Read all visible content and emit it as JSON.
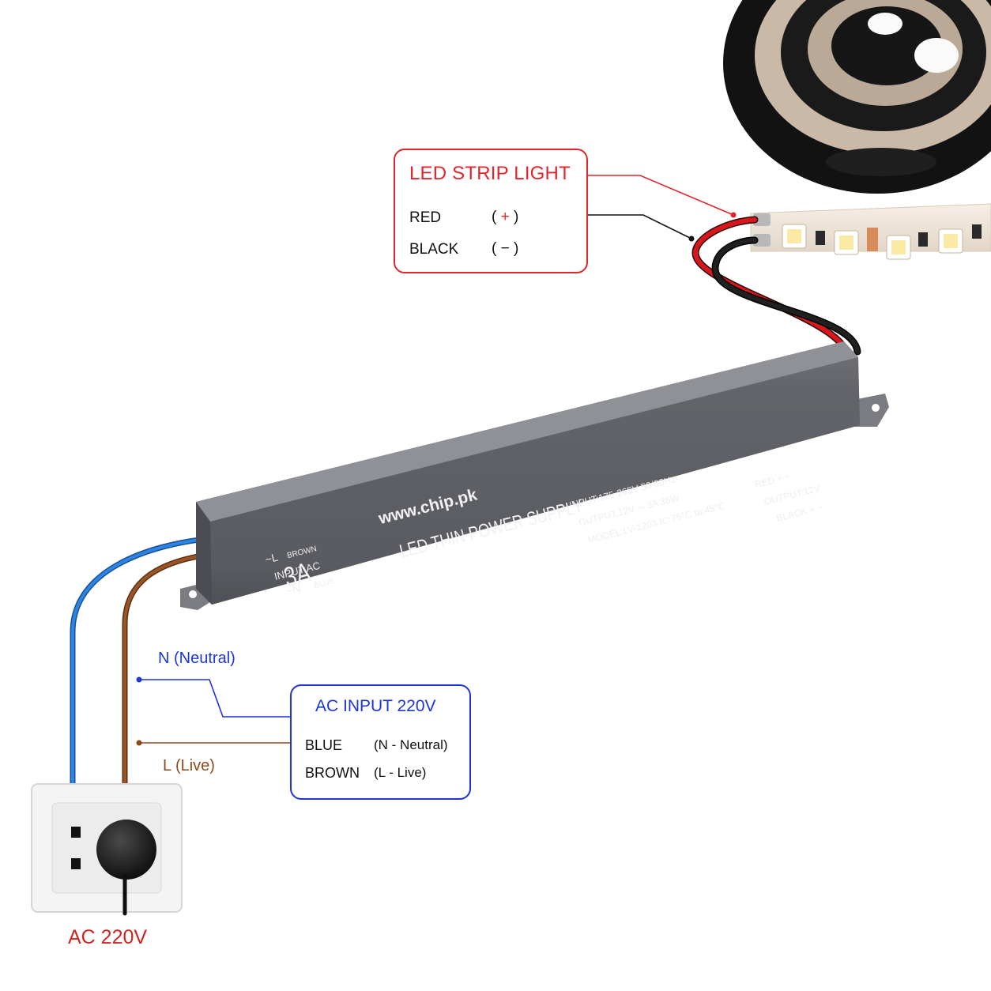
{
  "led_strip_callout": {
    "title": "LED STRIP LIGHT",
    "rows": [
      {
        "label": "RED",
        "symbol_open": "(",
        "symbol": "+",
        "symbol_close": ")"
      },
      {
        "label": "BLACK",
        "symbol_open": "(",
        "symbol": "−",
        "symbol_close": ")"
      }
    ]
  },
  "ac_input_callout": {
    "title": "AC INPUT 220V",
    "rows": [
      {
        "label": "BLUE",
        "desc": "(N - Neutral)"
      },
      {
        "label": "BROWN",
        "desc": "(L - Live)"
      }
    ]
  },
  "wire_labels": {
    "neutral": "N  (Neutral)",
    "live": "L  (Live)"
  },
  "outlet_label": "AC 220V",
  "power_supply": {
    "website": "www.chip.pk",
    "current": "3A",
    "product_name": "LED THIN POWER SUPPLY",
    "input_l": "~L",
    "input_l_wire": "BROWN",
    "input_ac": "INPUT:AC",
    "input_n": "~N",
    "input_n_wire": "BLUE",
    "spec_input": "INPUT:175-265V  50/60Hz",
    "spec_output": "OUTPUT:12V ⎓  3A  36W",
    "spec_model": "MODEL:LV-1203   IC:75°C   ta:45°C",
    "out_red": "RED  + −",
    "out_voltage": "OUTPUT:12V",
    "out_black": "BLACK + −"
  },
  "colors": {
    "led_accent": "#e0262b",
    "ac_accent": "#1d36d8",
    "brown_wire": "#8a4a1c",
    "blue_wire": "#1f6fd6",
    "psu_body": "#5f6166"
  }
}
